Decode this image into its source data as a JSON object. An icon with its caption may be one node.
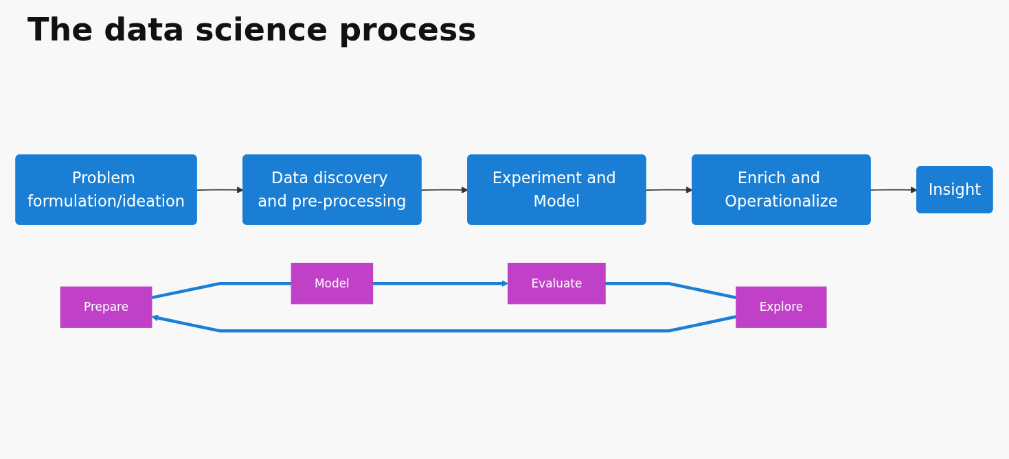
{
  "diagram": {
    "title": "The data science process",
    "nodes": [
      {
        "text": [
          "Problem formulation/ideation"
        ]
      },
      {
        "text": [
          "Data discovery and pre-processing"
        ]
      },
      {
        "text": [
          "Experiment and Model"
        ]
      },
      {
        "text": [
          "Enrich and Operationalize"
        ]
      },
      {
        "text": [
          "Insight"
        ]
      },
      {
        "text": [
          "Prepare"
        ]
      },
      {
        "text": [
          "Model"
        ]
      },
      {
        "text": [
          "Explore"
        ]
      },
      {
        "text": [
          "Evaluate"
        ]
      }
    ],
    "edges": [
      {
        "from": 0,
        "to": 1,
        "arrow": "to"
      },
      {
        "from": 1,
        "to": 2,
        "arrow": "to"
      },
      {
        "from": 2,
        "to": 3,
        "arrow": "to"
      },
      {
        "from": 3,
        "to": 4,
        "arrow": "to"
      },
      {
        "from": 5,
        "to": 6,
        "arrow": "none",
        "style": "thick",
        "color": "#1a7fd4"
      },
      {
        "from": 6,
        "to": 8,
        "arrow": "to",
        "style": "thick",
        "color": "#1a7fd4"
      },
      {
        "from": 8,
        "to": 7,
        "arrow": "none",
        "style": "thick",
        "color": "#1a7fd4"
      },
      {
        "from": 7,
        "to": 5,
        "arrow": "to",
        "style": "thick",
        "color": "#1a7fd4"
      }
    ]
  }
}
